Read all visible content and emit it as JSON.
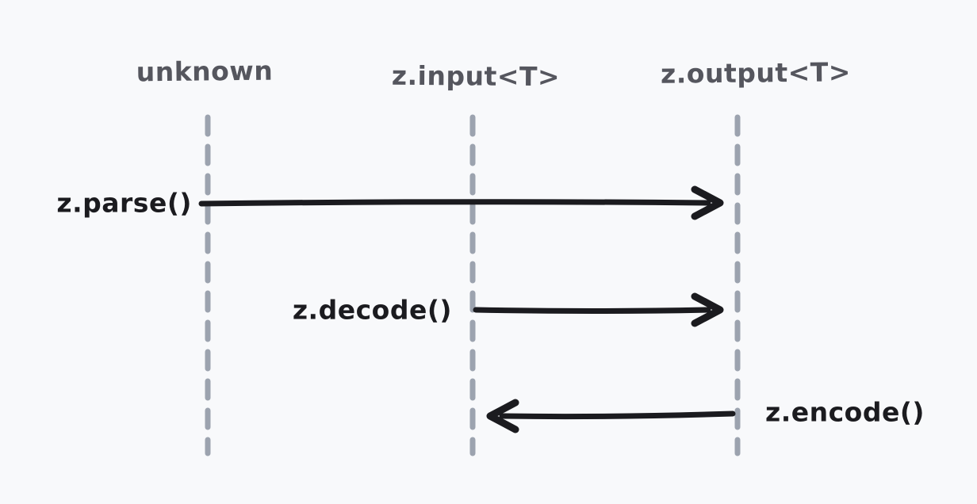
{
  "diagram": {
    "type": "sequence",
    "lifelines": [
      {
        "id": "unknown",
        "label": "unknown"
      },
      {
        "id": "z-input",
        "label": "z.input<T>"
      },
      {
        "id": "z-output",
        "label": "z.output<T>"
      }
    ],
    "messages": [
      {
        "id": "parse",
        "label": "z.parse()",
        "from": "unknown",
        "to": "z-output",
        "direction": "right"
      },
      {
        "id": "decode",
        "label": "z.decode()",
        "from": "z-input",
        "to": "z-output",
        "direction": "right"
      },
      {
        "id": "encode",
        "label": "z.encode()",
        "from": "z-output",
        "to": "z-input",
        "direction": "left"
      }
    ],
    "colors": {
      "background": "#f8f9fb",
      "lifeline": "#9ca3af",
      "lifeline_label": "#55565e",
      "message": "#1b1b1f"
    }
  }
}
